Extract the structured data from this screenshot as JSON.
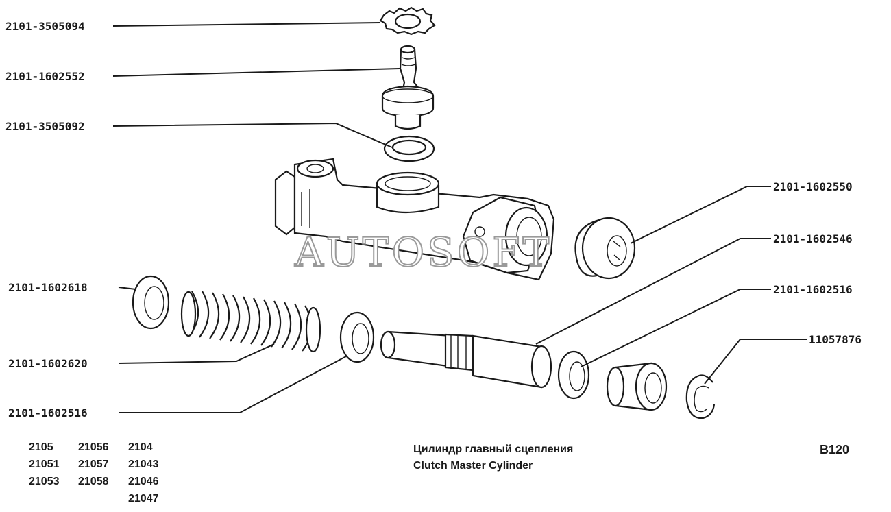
{
  "part_labels": {
    "lock_washer": "2101-3505094",
    "hose_fitting": "2101-1602552",
    "fitting_gasket": "2101-3505092",
    "plug_upper": "2101-1602550",
    "piston": "2101-1602546",
    "seal_right": "2101-1602516",
    "retaining_ring": "11057876",
    "spring_washer": "2101-1602618",
    "spring": "2101-1602620",
    "seal_left": "2101-1602516"
  },
  "models": {
    "col1": [
      "2105",
      "21051",
      "21053"
    ],
    "col2": [
      "21056",
      "21057",
      "21058"
    ],
    "col3": [
      "2104",
      "21043",
      "21046",
      "21047"
    ]
  },
  "title": {
    "ru": "Цилиндр главный сцепления",
    "en": "Clutch Master Cylinder"
  },
  "figure_code": "B120",
  "watermark": "AUTOSOFT"
}
